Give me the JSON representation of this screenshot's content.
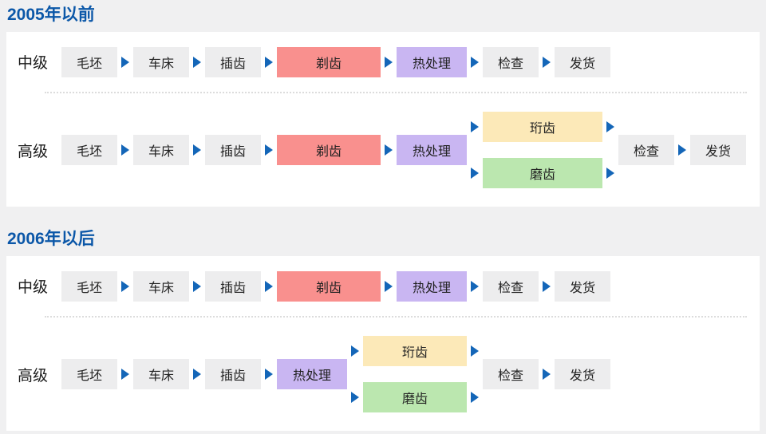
{
  "colors": {
    "page_bg": "#f0f0f1",
    "panel_bg": "#ffffff",
    "title": "#0b57a8",
    "arrow": "#1466b8",
    "box_default": "#ededee",
    "box_red": "#f9908e",
    "box_purple": "#c9b6f2",
    "box_yellow": "#fce9b8",
    "box_green": "#bbe7af",
    "box_text": "#222222",
    "label_text": "#1a1a1a",
    "separator": "#dcdcdc"
  },
  "sections": [
    {
      "title": "2005年以前",
      "rows": [
        {
          "label": "中级",
          "steps": [
            {
              "text": "毛坯",
              "type": "default"
            },
            {
              "text": "车床",
              "type": "default"
            },
            {
              "text": "插齿",
              "type": "default"
            },
            {
              "text": "剃齿",
              "type": "red"
            },
            {
              "text": "热处理",
              "type": "purple"
            },
            {
              "text": "检查",
              "type": "default"
            },
            {
              "text": "发货",
              "type": "default"
            }
          ],
          "branches": [],
          "post": []
        },
        {
          "label": "高级",
          "steps": [
            {
              "text": "毛坯",
              "type": "default"
            },
            {
              "text": "车床",
              "type": "default"
            },
            {
              "text": "插齿",
              "type": "default"
            },
            {
              "text": "剃齿",
              "type": "red"
            },
            {
              "text": "热处理",
              "type": "purple"
            }
          ],
          "branches": [
            {
              "text": "珩齿",
              "type": "yellow"
            },
            {
              "text": "磨齿",
              "type": "green"
            }
          ],
          "post": [
            {
              "text": "检查",
              "type": "default"
            },
            {
              "text": "发货",
              "type": "default"
            }
          ]
        }
      ]
    },
    {
      "title": "2006年以后",
      "rows": [
        {
          "label": "中级",
          "steps": [
            {
              "text": "毛坯",
              "type": "default"
            },
            {
              "text": "车床",
              "type": "default"
            },
            {
              "text": "插齿",
              "type": "default"
            },
            {
              "text": "剃齿",
              "type": "red"
            },
            {
              "text": "热处理",
              "type": "purple"
            },
            {
              "text": "检查",
              "type": "default"
            },
            {
              "text": "发货",
              "type": "default"
            }
          ],
          "branches": [],
          "post": []
        },
        {
          "label": "高级",
          "steps": [
            {
              "text": "毛坯",
              "type": "default"
            },
            {
              "text": "车床",
              "type": "default"
            },
            {
              "text": "插齿",
              "type": "default"
            },
            {
              "text": "热处理",
              "type": "purple"
            }
          ],
          "branches": [
            {
              "text": "珩齿",
              "type": "yellow"
            },
            {
              "text": "磨齿",
              "type": "green"
            }
          ],
          "post": [
            {
              "text": "检查",
              "type": "default"
            },
            {
              "text": "发货",
              "type": "default"
            }
          ]
        }
      ]
    }
  ]
}
